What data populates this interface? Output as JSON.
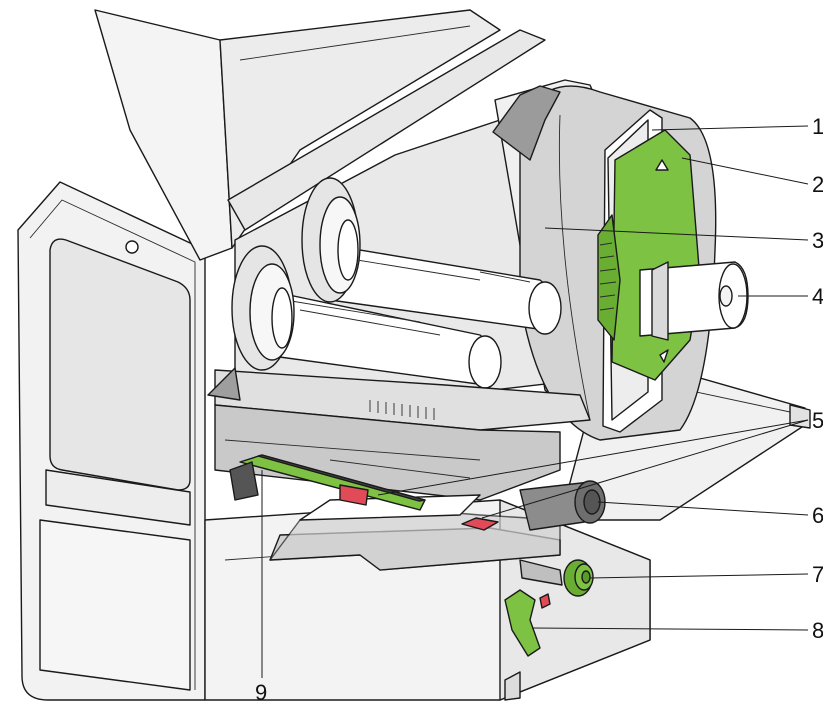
{
  "callouts": [
    {
      "id": 1,
      "label": "1"
    },
    {
      "id": 2,
      "label": "2"
    },
    {
      "id": 3,
      "label": "3"
    },
    {
      "id": 4,
      "label": "4"
    },
    {
      "id": 5,
      "label": "5"
    },
    {
      "id": 6,
      "label": "6"
    },
    {
      "id": 7,
      "label": "7"
    },
    {
      "id": 8,
      "label": "8"
    },
    {
      "id": 9,
      "label": "9"
    }
  ],
  "colors": {
    "highlight_green": "#7dc242",
    "highlight_red": "#e04b57",
    "material_gray": "#d2d2d2",
    "body_gray": "#eeeeee",
    "shadow_gray": "#b5b5b5"
  }
}
